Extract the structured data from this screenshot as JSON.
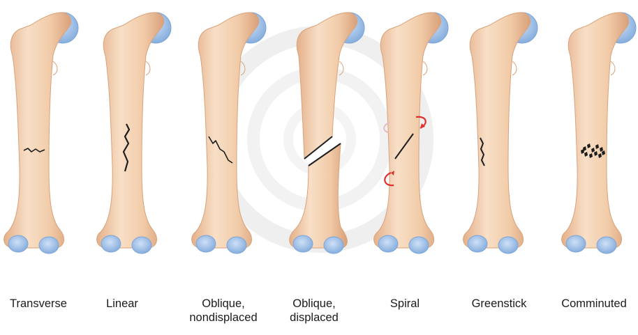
{
  "fracture_types": [
    {
      "line1": "Transverse",
      "line2": ""
    },
    {
      "line1": "Linear",
      "line2": ""
    },
    {
      "line1": "Oblique,",
      "line2": "nondisplaced"
    },
    {
      "line1": "Oblique,",
      "line2": "displaced"
    },
    {
      "line1": "Spiral",
      "line2": ""
    },
    {
      "line1": "Greenstick",
      "line2": ""
    },
    {
      "line1": "Comminuted",
      "line2": ""
    }
  ],
  "colors": {
    "bone_light": "#f6dcc3",
    "bone_mid": "#eec29d",
    "bone_dark": "#d9a27a",
    "cartilage": "#a9c8ee",
    "cartilage_dark": "#7fa6d6",
    "crack": "#1d1d1d",
    "arrow": "#e0302e",
    "watermark": "#e6e6e6"
  }
}
